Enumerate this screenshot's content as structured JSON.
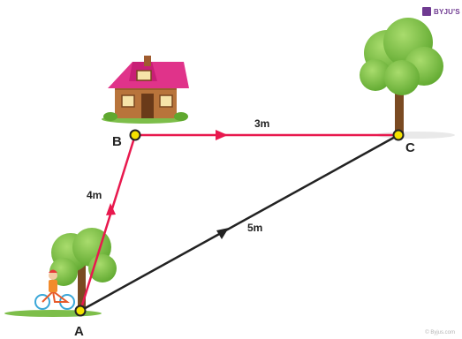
{
  "brand": {
    "logo_text": "BYJU'S",
    "footer_text": "© Byjus.com"
  },
  "points": {
    "a": "A",
    "b": "B",
    "c": "C"
  },
  "segments": {
    "ab": "4m",
    "bc": "3m",
    "ac": "5m"
  },
  "colors": {
    "path": "#e8194e",
    "displacement": "#222222",
    "point_fill": "#f4e200",
    "accent": "#6f3a91"
  },
  "icons": [
    "house-icon",
    "tree-icon",
    "cyclist-icon"
  ]
}
